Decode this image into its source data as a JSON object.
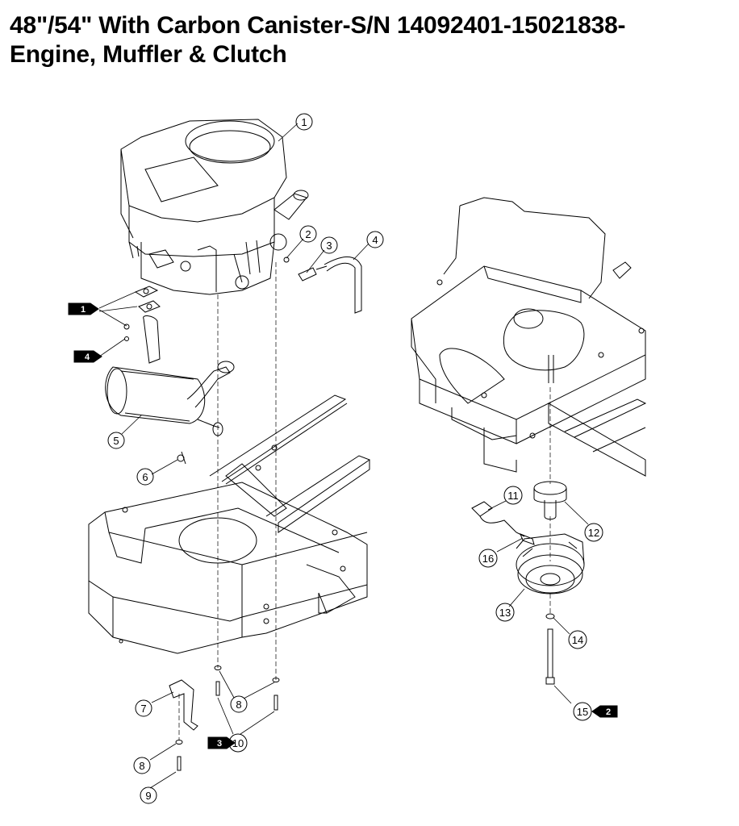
{
  "title": {
    "line1": "48\"/54\" With Carbon Canister-S/N 14092401-15021838-",
    "line2": "Engine, Muffler & Clutch"
  },
  "callouts": {
    "c1": "1",
    "c2": "2",
    "c3": "3",
    "c4": "4",
    "c5": "5",
    "c6": "6",
    "c7": "7",
    "c8a": "8",
    "c8b": "8",
    "c9": "9",
    "c10": "10",
    "c11": "11",
    "c12": "12",
    "c13": "13",
    "c14": "14",
    "c15": "15",
    "c16": "16"
  },
  "notes": {
    "n1": "1",
    "n2": "2",
    "n3": "3",
    "n4": "4"
  }
}
